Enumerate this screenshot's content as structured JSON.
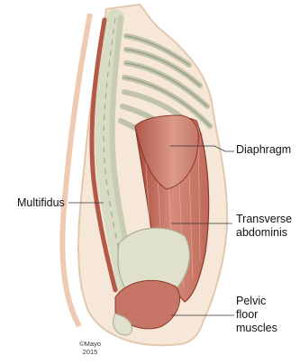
{
  "labels": {
    "diaphragm": "Diaphragm",
    "transverse_line1": "Transverse",
    "transverse_line2": "abdominis",
    "multifidus": "Multifidus",
    "pelvic_line1": "Pelvic",
    "pelvic_line2": "floor",
    "pelvic_line3": "muscles"
  },
  "copyright": {
    "line1": "©Mayo",
    "line2": "2015"
  }
}
